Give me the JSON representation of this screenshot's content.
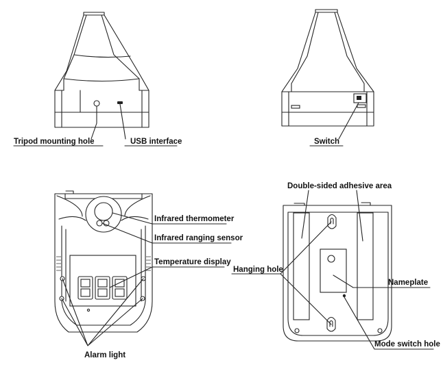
{
  "labels": {
    "tripod": "Tripod mounting hole",
    "usb": "USB interface",
    "switch": "Switch",
    "infrared_thermometer": "Infrared thermometer",
    "infrared_ranging": "Infrared ranging sensor",
    "temperature_display": "Temperature display",
    "alarm_light": "Alarm light",
    "adhesive": "Double-sided adhesive area",
    "hanging_hole": "Hanging hole",
    "nameplate": "Nameplate",
    "mode_switch_hole": "Mode switch hole"
  }
}
